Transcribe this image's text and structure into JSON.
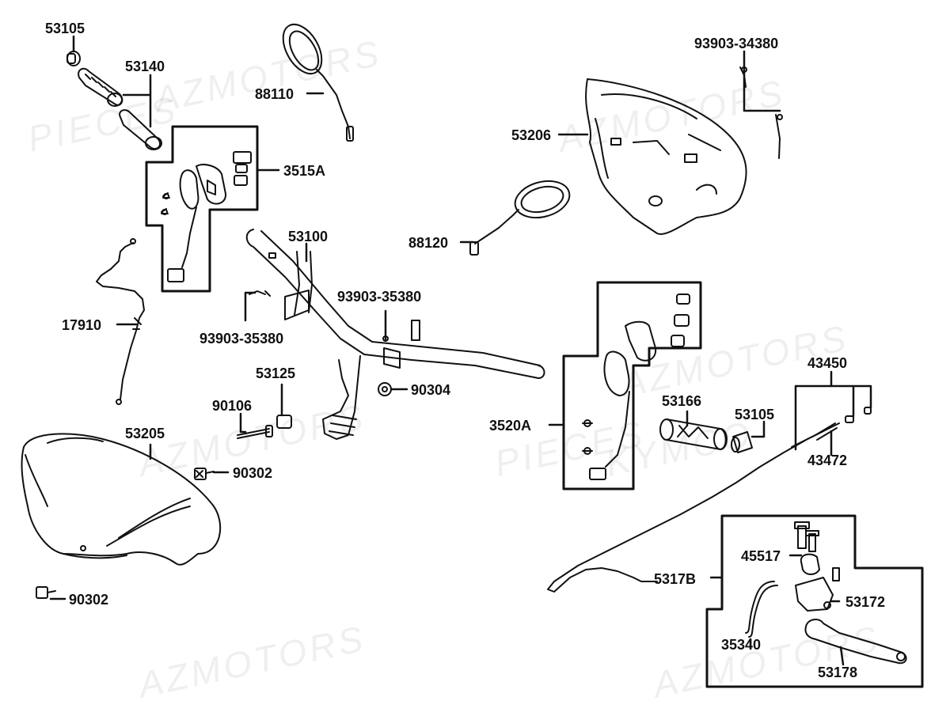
{
  "watermarks": [
    "PIECES",
    "AZMOTORS",
    "KYMCO"
  ],
  "labels": {
    "p53105_top": "53105",
    "p53140": "53140",
    "p88110": "88110",
    "p3515A": "3515A",
    "p17910": "17910",
    "p53100": "53100",
    "p93903_35380_left": "93903-35380",
    "p93903_35380_right": "93903-35380",
    "p53125": "53125",
    "p90106": "90106",
    "p90304": "90304",
    "p53205": "53205",
    "p90302_mid": "90302",
    "p90302_bottom": "90302",
    "p93903_34380": "93903-34380",
    "p53206": "53206",
    "p88120": "88120",
    "p3520A": "3520A",
    "p53166": "53166",
    "p53105_right": "53105",
    "p43450": "43450",
    "p43472": "43472",
    "p45517": "45517",
    "p5317B": "5317B",
    "p53172": "53172",
    "p35340": "35340",
    "p53178": "53178"
  }
}
